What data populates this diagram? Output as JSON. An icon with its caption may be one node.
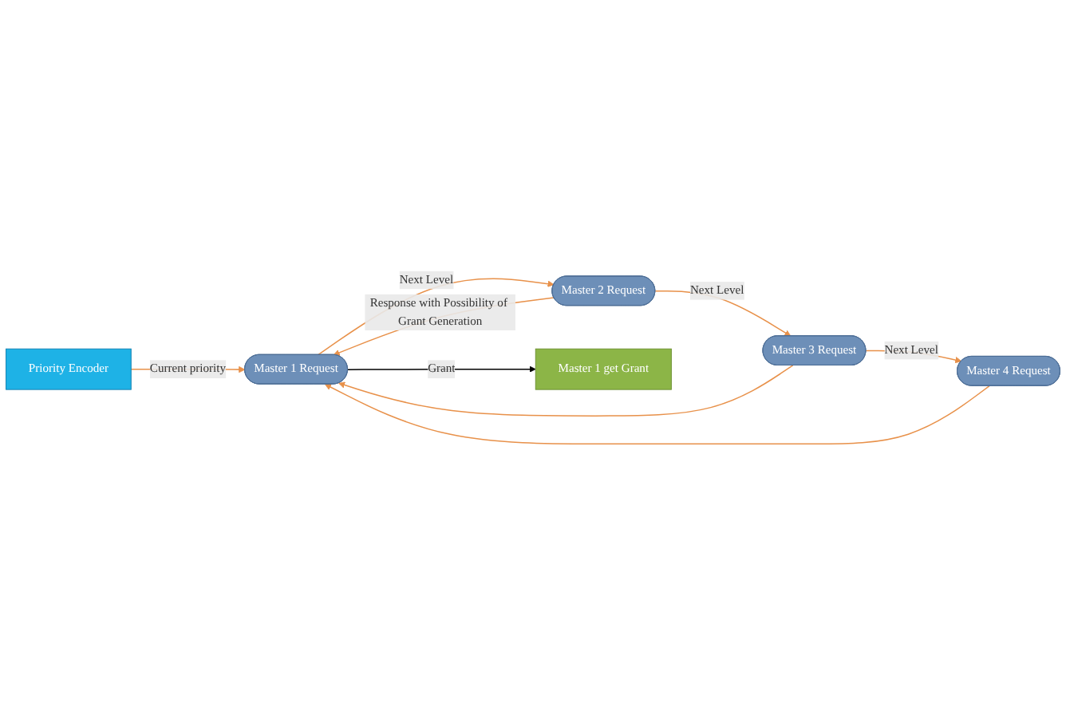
{
  "diagram": {
    "nodes": [
      {
        "text": [
          "Priority Encoder"
        ]
      },
      {
        "text": [
          "Master 1 Request"
        ]
      },
      {
        "text": [
          "Master 2 Request"
        ]
      },
      {
        "text": [
          "Master 3 Request"
        ]
      },
      {
        "text": [
          "Master 4 Request"
        ]
      },
      {
        "text": [
          "Master 1 get Grant"
        ]
      }
    ],
    "edges": [
      {
        "from": 0,
        "to": 1,
        "arrow": "to",
        "label": "Current priority"
      },
      {
        "from": 1,
        "to": 5,
        "arrow": "to",
        "label": "Grant",
        "color": "#000000"
      },
      {
        "from": 1,
        "to": 2,
        "arrow": "to",
        "label": "Next Level"
      },
      {
        "from": 2,
        "to": 3,
        "arrow": "to",
        "label": "Next Level"
      },
      {
        "from": 3,
        "to": 4,
        "arrow": "to",
        "label": "Next Level"
      },
      {
        "from": 2,
        "to": 1,
        "arrow": "to",
        "label": "Response with Possibility of Grant Generation"
      },
      {
        "from": 3,
        "to": 1,
        "arrow": "to"
      },
      {
        "from": 4,
        "to": 1,
        "arrow": "to"
      }
    ]
  }
}
